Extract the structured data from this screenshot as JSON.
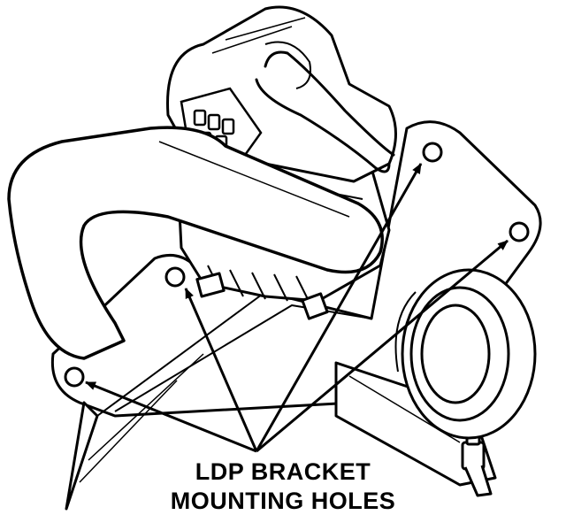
{
  "callout": {
    "line_1": "LDP BRACKET",
    "line_2": "MOUNTING HOLES"
  },
  "colors": {
    "ink": "#000000",
    "paper": "#ffffff",
    "hole_fill": "#ffffff"
  },
  "leader_lines": {
    "count": 4,
    "target": "mounting-hole"
  }
}
